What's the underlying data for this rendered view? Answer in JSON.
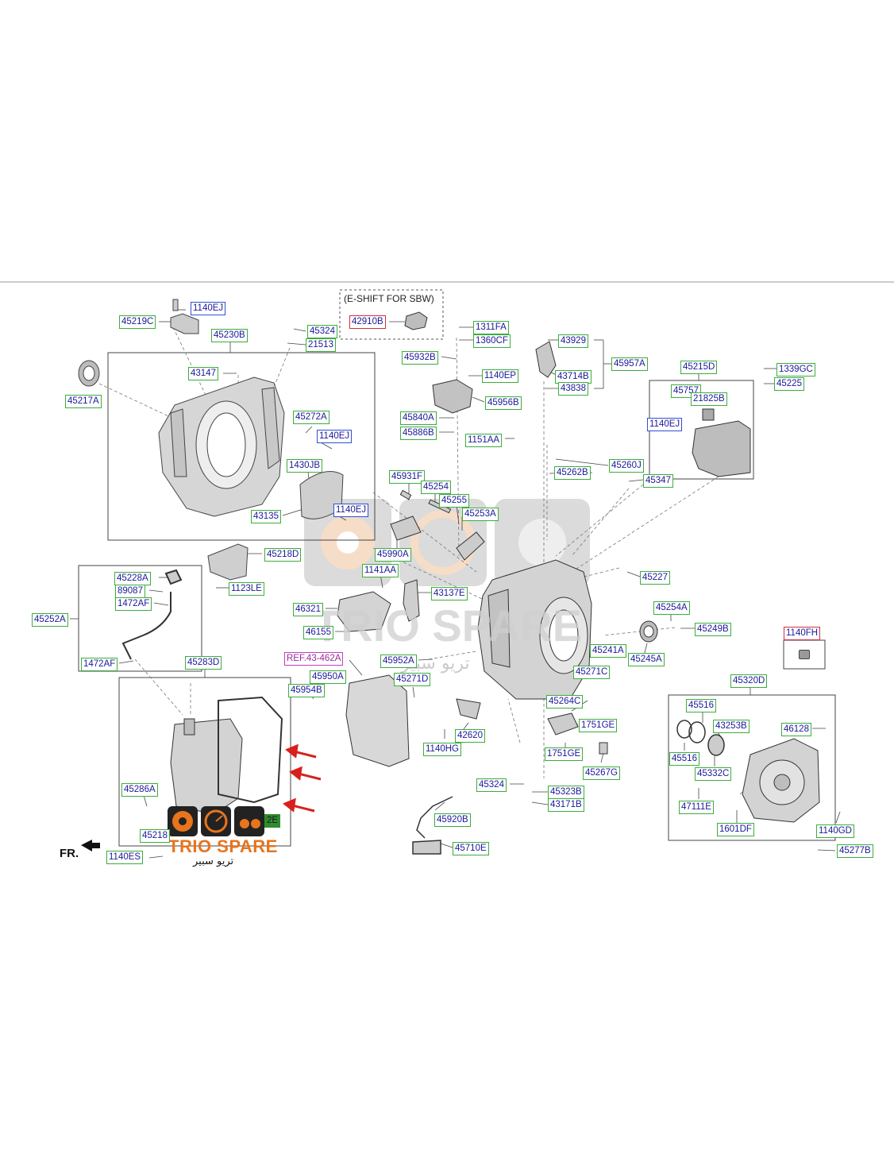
{
  "eshift_caption": "(E-SHIFT FOR SBW)",
  "fr_label": "FR.",
  "brand": {
    "name": "TRIO SPARE",
    "arabic": "تريو سبير",
    "watermark_text": "TRIO SPARE",
    "watermark_arabic": "تريو سبير",
    "orange": "#e8741c"
  },
  "colors": {
    "label_border": "#3cae3c",
    "label_text": "#1a1a9a",
    "highlight_border": "#d0303c",
    "arrows": "#d8201c"
  },
  "parts": {
    "p1140ej_a": "1140EJ",
    "p45219c": "45219C",
    "p45230b": "45230B",
    "p45324_a": "45324",
    "p21513": "21513",
    "p45217a": "45217A",
    "p43147": "43147",
    "p45272a": "45272A",
    "p1140ej_b": "1140EJ",
    "p1430jb": "1430JB",
    "p43135": "43135",
    "p1140ej_c": "1140EJ",
    "p45218d": "45218D",
    "p1123le": "1123LE",
    "p42910b": "42910B",
    "p1311fa": "1311FA",
    "p1360cf": "1360CF",
    "p45932b": "45932B",
    "p1140ep": "1140EP",
    "p45956b": "45956B",
    "p45840a": "45840A",
    "p45886b": "45886B",
    "p1151aa": "1151AA",
    "p43929": "43929",
    "p45957a": "45957A",
    "p43714b": "43714B",
    "p43838": "43838",
    "p45215d": "45215D",
    "p1339gc": "1339GC",
    "p45225": "45225",
    "p45757": "45757",
    "p21825b": "21825B",
    "p1140ej_d": "1140EJ",
    "p45260j": "45260J",
    "p45262b": "45262B",
    "p45347": "45347",
    "p45931f": "45931F",
    "p45254": "45254",
    "p45255": "45255",
    "p45253a": "45253A",
    "p45990a": "45990A",
    "p1141aa": "1141AA",
    "p43137e": "43137E",
    "p46321": "46321",
    "p46155": "46155",
    "p45227": "45227",
    "p45254a": "45254A",
    "p45249b": "45249B",
    "p1140fh": "1140FH",
    "p45241a": "45241A",
    "p45245a": "45245A",
    "p45228a": "45228A",
    "p89087": "89087",
    "p1472af_a": "1472AF",
    "p45252a": "45252A",
    "p1472af_b": "1472AF",
    "p45283d": "45283D",
    "pref43462a": "REF.43-462A",
    "p45952a": "45952A",
    "p45950a": "45950A",
    "p45954b": "45954B",
    "p45271d": "45271D",
    "p45271c": "45271C",
    "p45264c": "45264C",
    "p1751ge_a": "1751GE",
    "p1751ge_b": "1751GE",
    "p45267g": "45267G",
    "p42620": "42620",
    "p1140hg": "1140HG",
    "p45324_b": "45324",
    "p45323b": "45323B",
    "p43171b": "43171B",
    "p45920b": "45920B",
    "p45710e": "45710E",
    "p45320d": "45320D",
    "p45516_a": "45516",
    "p43253b": "43253B",
    "p46128": "46128",
    "p45516_b": "45516",
    "p45332c": "45332C",
    "p47111e": "47111E",
    "p1601df": "1601DF",
    "p1140gd": "1140GD",
    "p45277b": "45277B",
    "p45286a": "45286A",
    "p45218": "45218",
    "p2e": "2E",
    "p1140es": "1140ES"
  }
}
